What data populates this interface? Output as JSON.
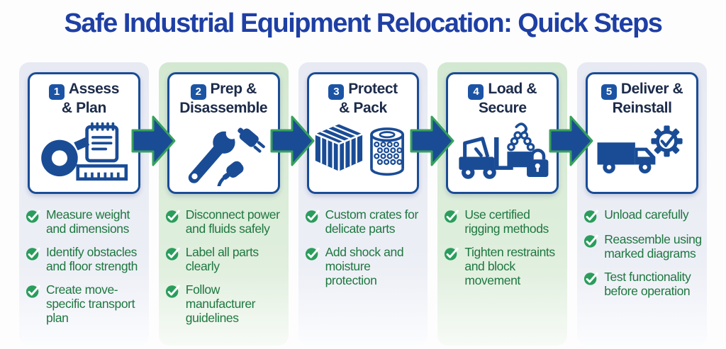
{
  "title": "Safe Industrial Equipment Relocation: Quick Steps",
  "colors": {
    "title_blue": "#1e3fa4",
    "card_border_blue": "#1a4c96",
    "heading_navy": "#1c2b4a",
    "badge_blue": "#1b54a4",
    "icon_blue": "#1a4c96",
    "check_green": "#2a9d5c",
    "bullet_text_green": "#1e7740",
    "arrow_fill": "#1a4c96",
    "arrow_outline": "#37a15c",
    "column_blue_bg": "#e7e9f3",
    "column_green_bg": "#d3e8d1"
  },
  "steps": [
    {
      "number": "1",
      "title_line1": "Assess",
      "title_line2": "& Plan",
      "icons": [
        "tape-measure-icon",
        "notepad-icon",
        "ruler-icon"
      ],
      "bullets": [
        "Measure weight and dimensions",
        "Identify obstacles and floor strength",
        "Create move-specific transport plan"
      ]
    },
    {
      "number": "2",
      "title_line1": "Prep &",
      "title_line2": "Disassemble",
      "icons": [
        "wrench-icon",
        "plug-icon",
        "socket-icon"
      ],
      "bullets": [
        "Disconnect power and fluids safely",
        "Label all parts clearly",
        "Follow manufacturer guidelines"
      ]
    },
    {
      "number": "3",
      "title_line1": "Protect",
      "title_line2": "& Pack",
      "icons": [
        "crate-icon",
        "bubble-wrap-icon"
      ],
      "bullets": [
        "Custom crates for delicate parts",
        "Add shock and moisture protection"
      ]
    },
    {
      "number": "4",
      "title_line1": "Load &",
      "title_line2": "Secure",
      "icons": [
        "forklift-icon",
        "chain-hook-icon",
        "padlock-icon"
      ],
      "bullets": [
        "Use certified rigging methods",
        "Tighten restraints and block movement"
      ]
    },
    {
      "number": "5",
      "title_line1": "Deliver &",
      "title_line2": "Reinstall",
      "icons": [
        "truck-icon",
        "gear-check-icon"
      ],
      "bullets": [
        "Unload carefully",
        "Reassemble using marked diagrams",
        "Test functionality before operation"
      ]
    }
  ]
}
